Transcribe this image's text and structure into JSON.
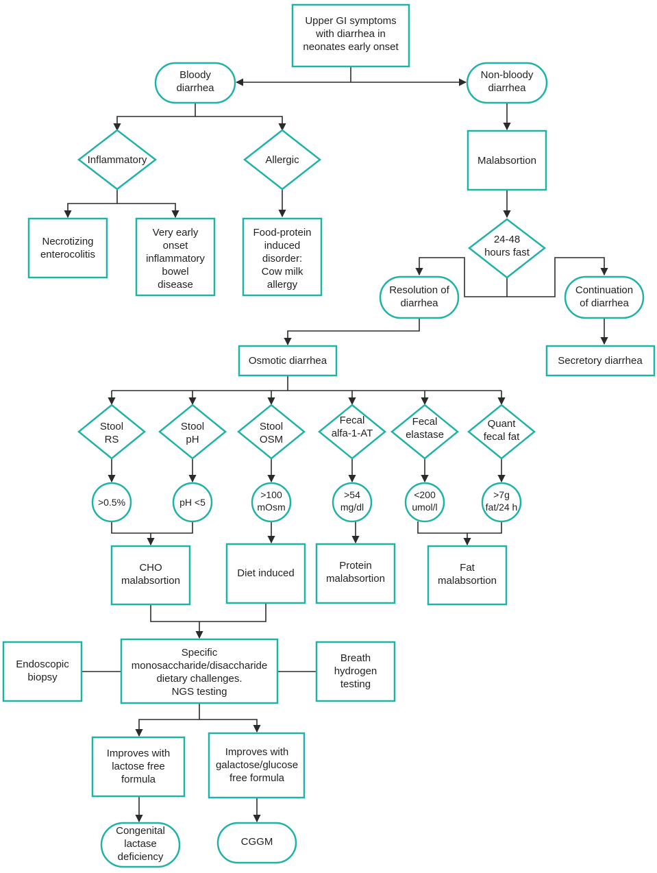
{
  "colors": {
    "node_border": "#1fb3a6",
    "edge": "#2b2b2b",
    "text": "#222222",
    "background": "#ffffff"
  },
  "nodes": {
    "root": {
      "lines": [
        "Upper GI symptoms",
        "with diarrhea in",
        "neonates early onset"
      ]
    },
    "bloody": {
      "lines": [
        "Bloody",
        "diarrhea"
      ]
    },
    "nonbloody": {
      "lines": [
        "Non-bloody",
        "diarrhea"
      ]
    },
    "inflammatory": {
      "lines": [
        "Inflammatory"
      ]
    },
    "allergic": {
      "lines": [
        "Allergic"
      ]
    },
    "malabs": {
      "lines": [
        "Malabsortion"
      ]
    },
    "nec": {
      "lines": [
        "Necrotizing",
        "enterocolitis"
      ]
    },
    "veoibd": {
      "lines": [
        "Very early",
        "onset",
        "inflammatory",
        "bowel",
        "disease"
      ]
    },
    "fpid": {
      "lines": [
        "Food-protein",
        "induced",
        "disorder:",
        "Cow milk",
        "allergy"
      ]
    },
    "fast": {
      "lines": [
        "24-48",
        "hours fast"
      ]
    },
    "resolution": {
      "lines": [
        "Resolution of",
        "diarrhea"
      ]
    },
    "continuation": {
      "lines": [
        "Continuation",
        "of diarrhea"
      ]
    },
    "osmotic": {
      "lines": [
        "Osmotic diarrhea"
      ]
    },
    "secretory": {
      "lines": [
        "Secretory diarrhea"
      ]
    },
    "stool_rs": {
      "lines": [
        "Stool",
        "RS"
      ]
    },
    "stool_ph": {
      "lines": [
        "Stool",
        "pH"
      ]
    },
    "stool_osm": {
      "lines": [
        "Stool",
        "OSM"
      ]
    },
    "fecal_aat": {
      "lines": [
        "Fecal",
        "alfa-1-AT"
      ]
    },
    "fecal_el": {
      "lines": [
        "Fecal",
        "elastase"
      ]
    },
    "quant_fat": {
      "lines": [
        "Quant",
        "fecal fat"
      ]
    },
    "c_rs": {
      "lines": [
        ">0.5%"
      ]
    },
    "c_ph": {
      "lines": [
        "pH <5"
      ]
    },
    "c_osm": {
      "lines": [
        ">100",
        "mOsm"
      ]
    },
    "c_aat": {
      "lines": [
        ">54",
        "mg/dl"
      ]
    },
    "c_el": {
      "lines": [
        "<200",
        "umol/l"
      ]
    },
    "c_fat": {
      "lines": [
        ">7g",
        "fat/24 h"
      ]
    },
    "cho": {
      "lines": [
        "CHO",
        "malabsortion"
      ]
    },
    "diet": {
      "lines": [
        "Diet induced"
      ]
    },
    "protein": {
      "lines": [
        "Protein",
        "malabsortion"
      ]
    },
    "fat": {
      "lines": [
        "Fat",
        "malabsortion"
      ]
    },
    "endo": {
      "lines": [
        "Endoscopic",
        "biopsy"
      ]
    },
    "specific": {
      "lines": [
        "Specific",
        "monosaccharide/disaccharide",
        "dietary challenges.",
        "NGS testing"
      ]
    },
    "breath": {
      "lines": [
        "Breath",
        "hydrogen",
        "testing"
      ]
    },
    "lactose": {
      "lines": [
        "Improves with",
        "lactose free",
        "formula"
      ]
    },
    "galactose": {
      "lines": [
        "Improves with",
        "galactose/glucose",
        "free formula"
      ]
    },
    "cld": {
      "lines": [
        "Congenital",
        "lactase",
        "deficiency"
      ]
    },
    "cggm": {
      "lines": [
        "CGGM"
      ]
    }
  }
}
